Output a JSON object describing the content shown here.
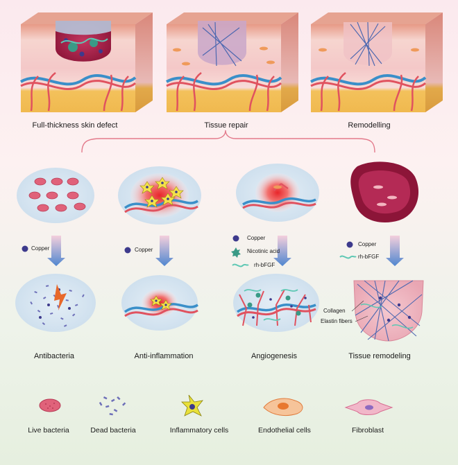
{
  "stages": {
    "defect": "Full-thickness skin defect",
    "repair": "Tissue repair",
    "remodelling": "Remodelling"
  },
  "effects": {
    "antibacteria": "Antibacteria",
    "anti_inflammation": "Anti-inflammation",
    "angiogenesis": "Angiogenesis",
    "tissue_remodeling": "Tissue remodeling"
  },
  "ingredients": {
    "copper": "Copper",
    "nicotinic_acid": "Nicotinic acid",
    "rh_bfgf": "rh-bFGF"
  },
  "annotations": {
    "collagen": "Collagen",
    "elastin": "Elastin fibers"
  },
  "legend": {
    "live_bacteria": "Live bacteria",
    "dead_bacteria": "Dead bacteria",
    "inflammatory_cells": "Inflammatory cells",
    "endothelial_cells": "Endothelial cells",
    "fibroblast": "Fibroblast"
  },
  "colors": {
    "copper": "#3d3a8c",
    "vessel_red": "#e0525f",
    "vessel_blue": "#3a8fc9",
    "skin_pink": "#f2c4c4",
    "fat_yellow": "#f3c86a",
    "arrow": "#5b8fd1",
    "nicotinic": "#3a9a86",
    "fgf": "#5fc8b4"
  }
}
